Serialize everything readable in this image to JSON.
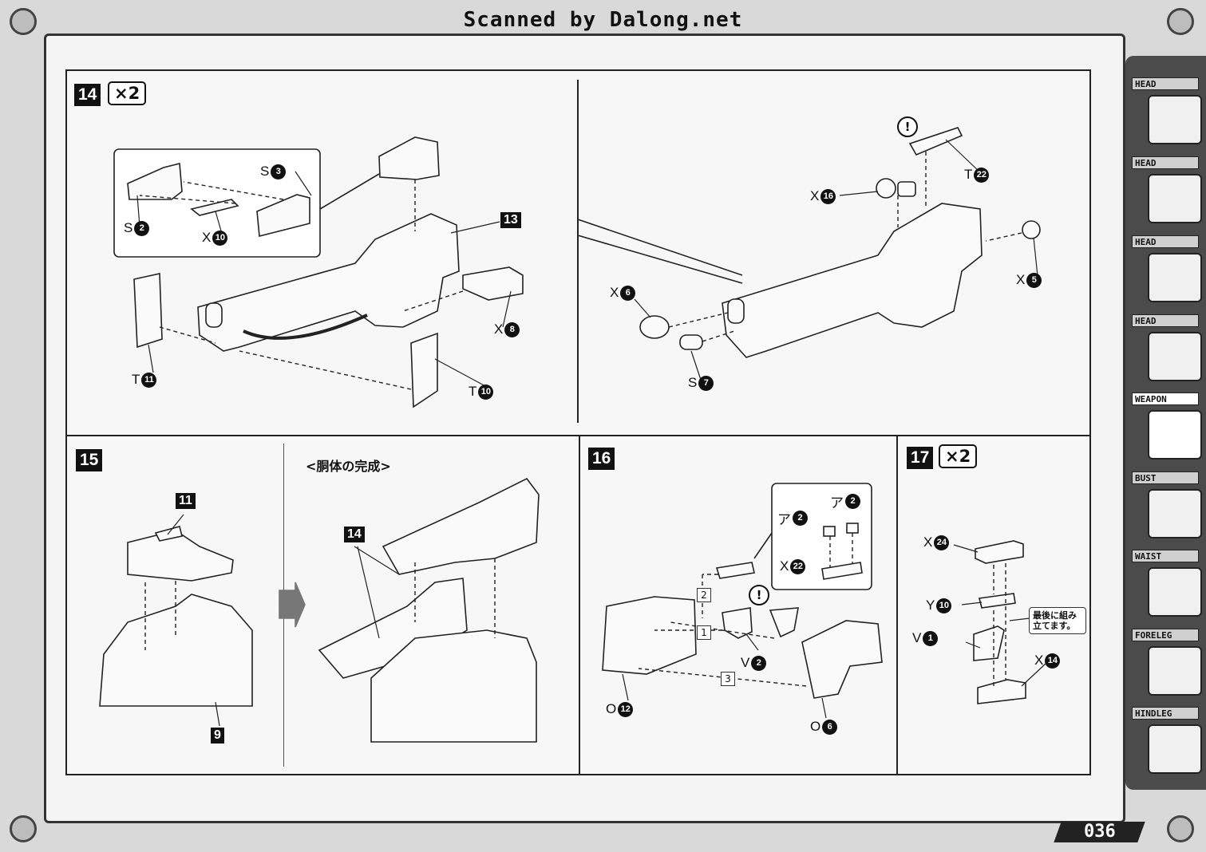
{
  "header": {
    "scan_credit": "Scanned by Dalong.net"
  },
  "steps": {
    "s14": {
      "number": "14",
      "multiplier": "×2"
    },
    "s15": {
      "number": "15",
      "completion_title": "<胴体の完成>"
    },
    "s16": {
      "number": "16"
    },
    "s17": {
      "number": "17",
      "multiplier": "×2",
      "note": "最後に組み立てます。"
    }
  },
  "labels": {
    "s14_s3": {
      "letter": "S",
      "num": "3"
    },
    "s14_s2": {
      "letter": "S",
      "num": "2"
    },
    "s14_x10": {
      "letter": "X",
      "num": "10"
    },
    "s14_13": {
      "num": "13"
    },
    "s14_x8": {
      "letter": "X",
      "num": "8"
    },
    "s14_t11": {
      "letter": "T",
      "num": "11"
    },
    "s14_t10": {
      "letter": "T",
      "num": "10"
    },
    "s14b_t22": {
      "letter": "T",
      "num": "22"
    },
    "s14b_x16": {
      "letter": "X",
      "num": "16"
    },
    "s14b_x5": {
      "letter": "X",
      "num": "5"
    },
    "s14b_x6": {
      "letter": "X",
      "num": "6"
    },
    "s14b_s7": {
      "letter": "S",
      "num": "7"
    },
    "s15_11": {
      "num": "11"
    },
    "s15_9": {
      "num": "9"
    },
    "s15_14": {
      "num": "14"
    },
    "s16_a2a": {
      "letter": "ア",
      "num": "2"
    },
    "s16_a2b": {
      "letter": "ア",
      "num": "2"
    },
    "s16_x22": {
      "letter": "X",
      "num": "22"
    },
    "s16_v2": {
      "letter": "V",
      "num": "2"
    },
    "s16_o12": {
      "letter": "O",
      "num": "12"
    },
    "s16_o6": {
      "letter": "O",
      "num": "6"
    },
    "s17_x24": {
      "letter": "X",
      "num": "24"
    },
    "s17_y10": {
      "letter": "Y",
      "num": "10"
    },
    "s17_v1": {
      "letter": "V",
      "num": "1"
    },
    "s17_x14": {
      "letter": "X",
      "num": "14"
    }
  },
  "sequence_marks": [
    "2",
    "1",
    "3"
  ],
  "warning_mark": "!",
  "sidebar": {
    "tabs": [
      {
        "label": "HEAD",
        "icon": "head-icon",
        "active": false
      },
      {
        "label": "HEAD",
        "icon": "head-icon",
        "active": false
      },
      {
        "label": "HEAD",
        "icon": "head-icon",
        "active": false
      },
      {
        "label": "HEAD",
        "icon": "head-icon",
        "active": false
      },
      {
        "label": "WEAPON",
        "icon": "weapon-icon",
        "active": true
      },
      {
        "label": "BUST",
        "icon": "bust-icon",
        "active": false
      },
      {
        "label": "WAIST",
        "icon": "waist-icon",
        "active": false
      },
      {
        "label": "FORELEG",
        "icon": "foreleg-icon",
        "active": false
      },
      {
        "label": "HINDLEG",
        "icon": "hindleg-icon",
        "active": false
      }
    ]
  },
  "footer": {
    "page_number": "036"
  }
}
